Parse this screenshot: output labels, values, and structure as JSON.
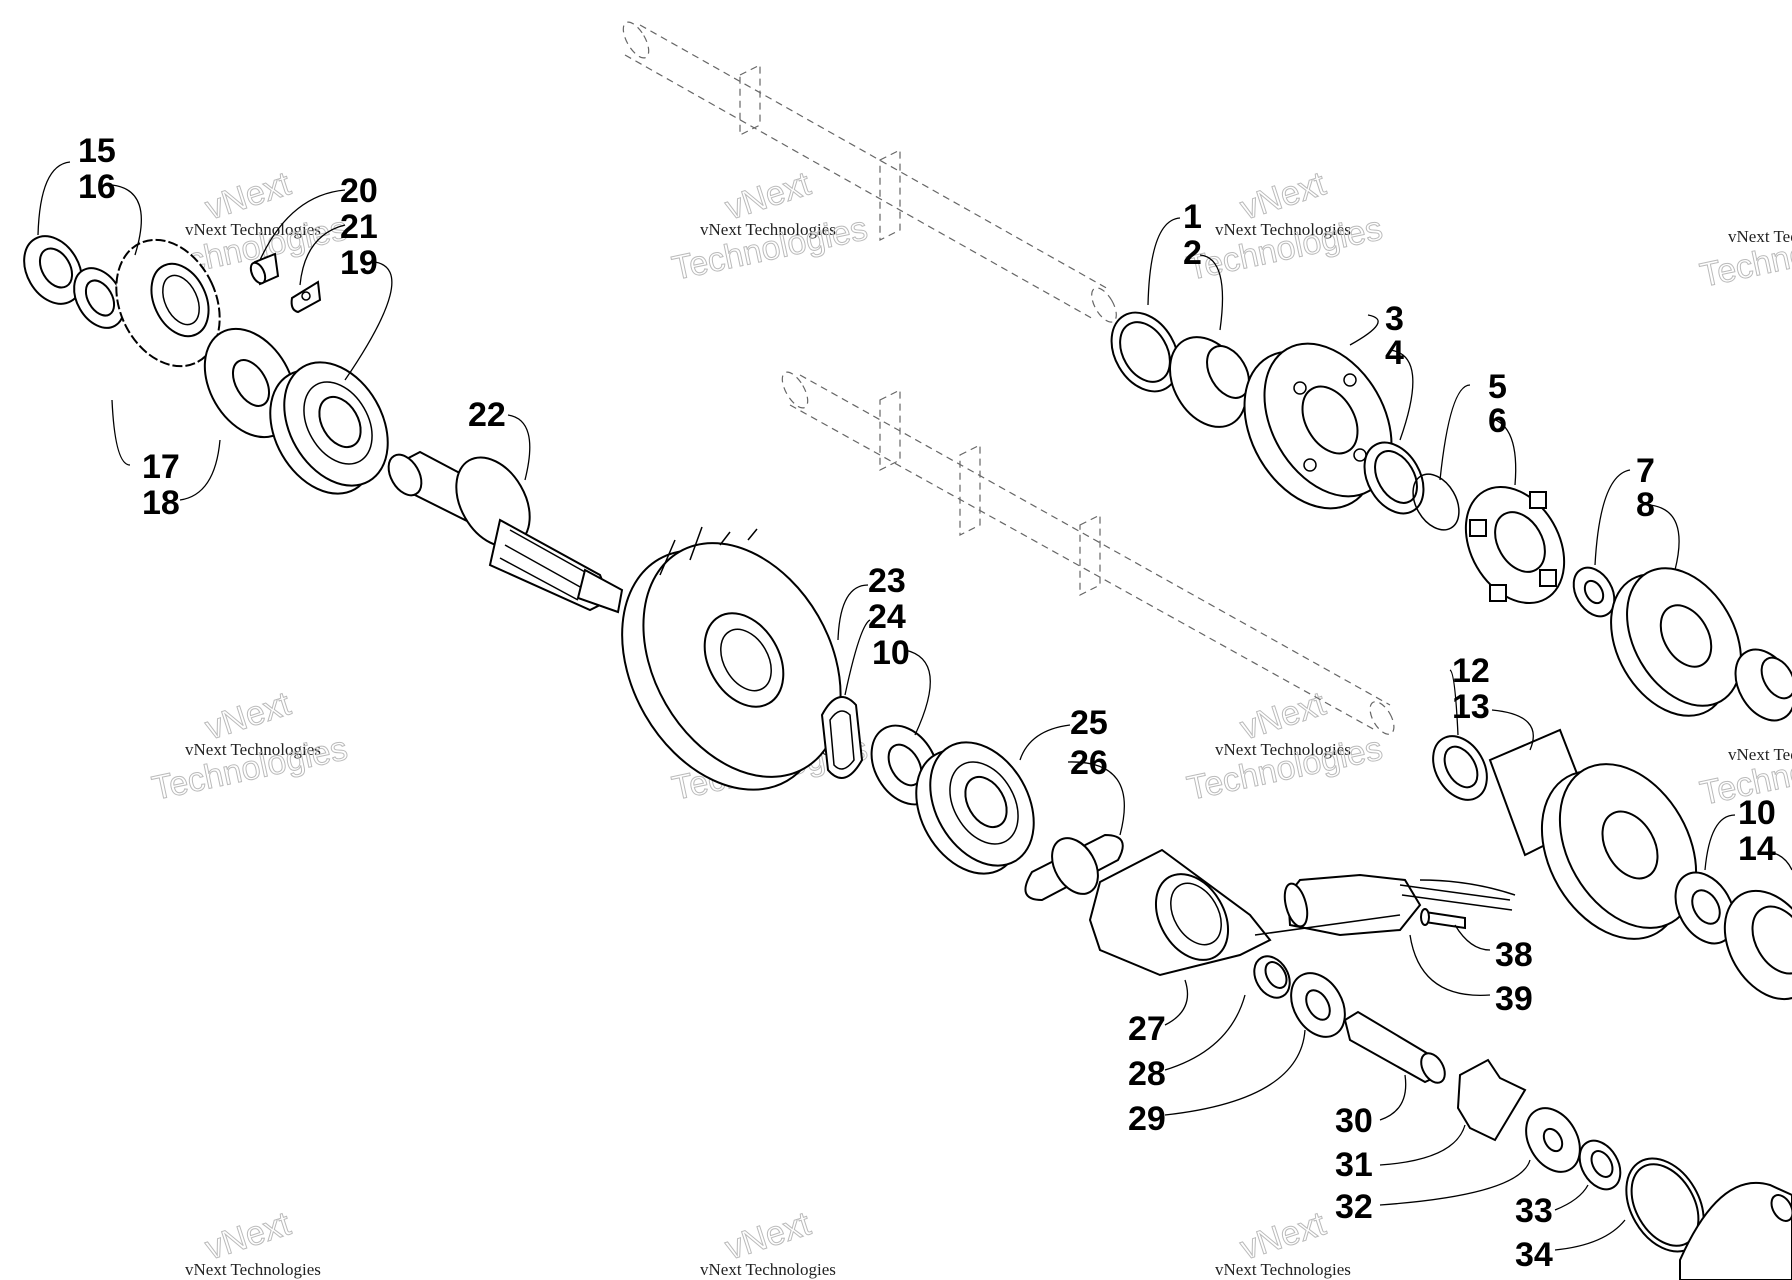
{
  "diagram": {
    "watermark": {
      "line1": "vNext Technologies",
      "line2": "Technologies",
      "mark": "vNext"
    },
    "callouts": {
      "c1": "1",
      "c2": "2",
      "c3": "3",
      "c4": "4",
      "c5": "5",
      "c6": "6",
      "c7": "7",
      "c8": "8",
      "c10": "10",
      "c12": "12",
      "c13": "13",
      "c14": "14",
      "c15": "15",
      "c16": "16",
      "c17": "17",
      "c18": "18",
      "c19": "19",
      "c20": "20",
      "c21": "21",
      "c22": "22",
      "c23": "23",
      "c24": "24",
      "c25": "25",
      "c26": "26",
      "c27": "27",
      "c28": "28",
      "c29": "29",
      "c30": "30",
      "c31": "31",
      "c32": "32",
      "c33": "33",
      "c34": "34",
      "c38": "38",
      "c39": "39"
    }
  }
}
